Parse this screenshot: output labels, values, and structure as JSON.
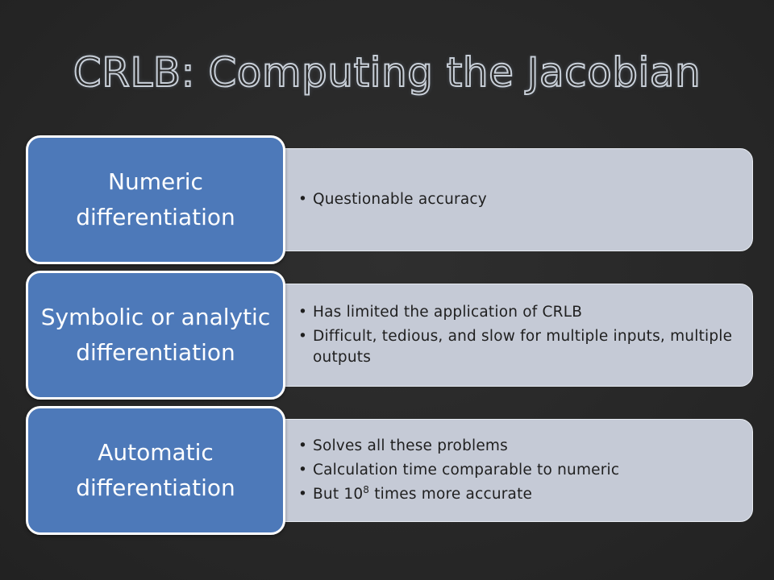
{
  "title": "CRLB: Computing the Jacobian",
  "rows": [
    {
      "label": "Numeric differentiation",
      "bullets": [
        "Questionable accuracy"
      ]
    },
    {
      "label": "Symbolic or analytic differentiation",
      "bullets": [
        "Has limited the application of CRLB",
        "Difficult, tedious, and slow for multiple inputs, multiple outputs"
      ]
    },
    {
      "label": "Automatic differentiation",
      "bullets": [
        "Solves all these problems",
        "Calculation time comparable to numeric"
      ],
      "last_bullet": {
        "before": "But 10",
        "exponent": "8",
        "after": " times more accurate"
      }
    }
  ],
  "colors": {
    "background": "#2a2a2a",
    "label_fill": "#4d79b9",
    "detail_fill": "#c5cad6",
    "title_outline": "#c8cfd8"
  }
}
